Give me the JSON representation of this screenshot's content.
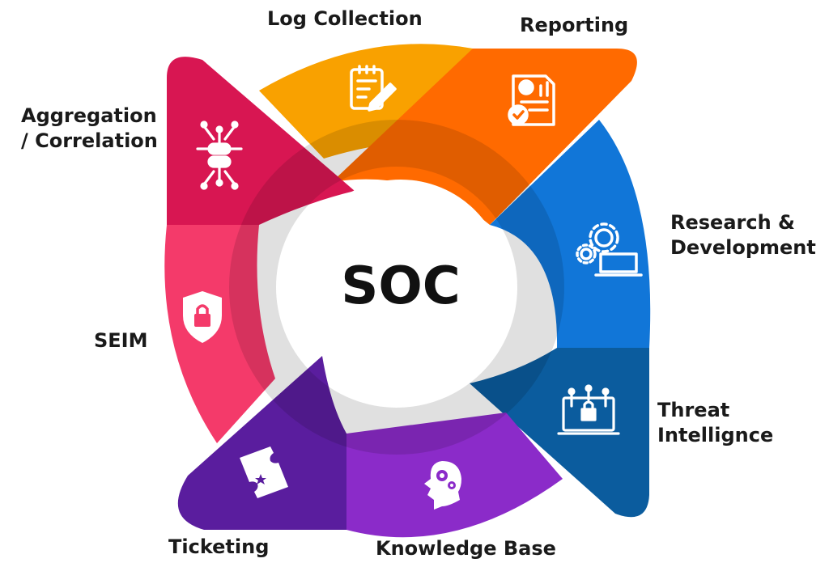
{
  "center": {
    "label": "SOC"
  },
  "segments": [
    {
      "id": "log-collection",
      "label": "Log Collection",
      "icon": "checklist-pen-icon",
      "color": "#F9A100"
    },
    {
      "id": "reporting",
      "label": "Reporting",
      "icon": "report-document-icon",
      "color": "#FF6A00"
    },
    {
      "id": "research-development",
      "label_line1": "Research &",
      "label_line2": "Development",
      "icon": "gears-laptop-icon",
      "color": "#1176D8"
    },
    {
      "id": "threat-intelligence",
      "label_line1": "Threat",
      "label_line2": "Intellignce",
      "icon": "laptop-lock-network-icon",
      "color": "#0B5C9E"
    },
    {
      "id": "knowledge-base",
      "label": "Knowledge Base",
      "icon": "head-gears-icon",
      "color": "#8B2BC9"
    },
    {
      "id": "ticketing",
      "label": "Ticketing",
      "icon": "ticket-icon",
      "color": "#5A1D9E"
    },
    {
      "id": "seim",
      "label": "SEIM",
      "icon": "shield-lock-icon",
      "color": "#F43A6A"
    },
    {
      "id": "aggregation-correlation",
      "label_line1": "Aggregation",
      "label_line2": "/ Correlation",
      "icon": "server-network-icon",
      "color": "#D81652"
    }
  ]
}
